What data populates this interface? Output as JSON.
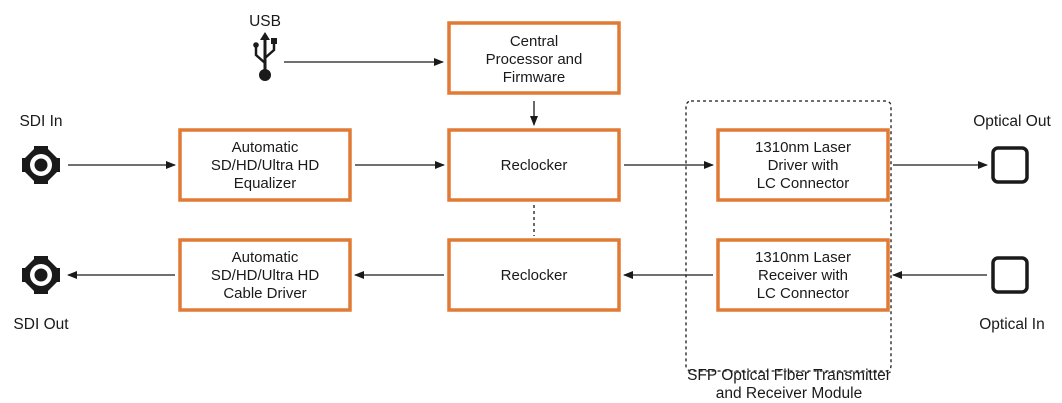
{
  "labels": {
    "usb": "USB",
    "sdi_in": "SDI In",
    "sdi_out": "SDI Out",
    "optical_out": "Optical Out",
    "optical_in": "Optical In",
    "sfp_module": [
      "SFP Optical Fiber Transmitter",
      "and Receiver Module"
    ]
  },
  "boxes": {
    "central_processor": [
      "Central",
      "Processor and",
      "Firmware"
    ],
    "equalizer": [
      "Automatic",
      "SD/HD/Ultra HD",
      "Equalizer"
    ],
    "reclocker_top": [
      "Reclocker"
    ],
    "laser_driver": [
      "1310nm Laser",
      "Driver with",
      "LC Connector"
    ],
    "cable_driver": [
      "Automatic",
      "SD/HD/Ultra HD",
      "Cable Driver"
    ],
    "reclocker_bottom": [
      "Reclocker"
    ],
    "laser_receiver": [
      "1310nm Laser",
      "Receiver with",
      "LC Connector"
    ]
  },
  "colors": {
    "box_border": "#e07a35",
    "line": "#1a1a1a"
  },
  "icons": {
    "usb": "usb-icon",
    "sdi_in": "bnc-connector-icon",
    "sdi_out": "bnc-connector-icon",
    "optical_out": "optical-port-icon",
    "optical_in": "optical-port-icon"
  }
}
